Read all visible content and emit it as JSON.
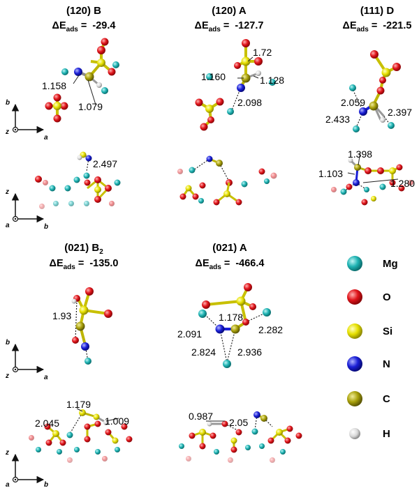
{
  "colors": {
    "Mg": "#1fb3b3",
    "O": "#e0141a",
    "Si": "#e6e000",
    "N": "#1a1fd6",
    "C": "#a9a10b",
    "H": "#d9d9d9"
  },
  "energy_prefix": "ΔE",
  "energy_sub": "ads",
  "energy_sep": " =",
  "panels": [
    {
      "id": "p120b",
      "title": "(120) B",
      "energy": "-29.4",
      "distances": [
        "1.158",
        "1.079",
        "2.497"
      ]
    },
    {
      "id": "p120a",
      "title": "(120) A",
      "energy": "-127.7",
      "distances": [
        "1.72",
        "1.160",
        "1.128",
        "2.098"
      ]
    },
    {
      "id": "p111d",
      "title": "(111) D",
      "energy": "-221.5",
      "distances": [
        "2.059",
        "2.397",
        "2.433",
        "1.398",
        "1.103",
        "1.280"
      ]
    },
    {
      "id": "p021b2",
      "title_main": "(021) B",
      "title_sub": "2",
      "energy": "-135.0",
      "distances": [
        "1.93",
        "1.179",
        "2.045",
        "1.009"
      ]
    },
    {
      "id": "p021a",
      "title": "(021) A",
      "energy": "-466.4",
      "distances": [
        "1.178",
        "2.091",
        "2.282",
        "2.824",
        "2.936",
        "0.987",
        "2.05"
      ]
    }
  ],
  "axes": {
    "top_view": {
      "vertical": "b",
      "horizontal": "a",
      "origin": "z"
    },
    "side_view": {
      "vertical": "z",
      "horizontal": "b",
      "origin": "a"
    }
  },
  "legend": [
    {
      "element": "Mg",
      "label": "Mg"
    },
    {
      "element": "O",
      "label": "O"
    },
    {
      "element": "Si",
      "label": "Si"
    },
    {
      "element": "N",
      "label": "N"
    },
    {
      "element": "C",
      "label": "C"
    },
    {
      "element": "H",
      "label": "H"
    }
  ]
}
